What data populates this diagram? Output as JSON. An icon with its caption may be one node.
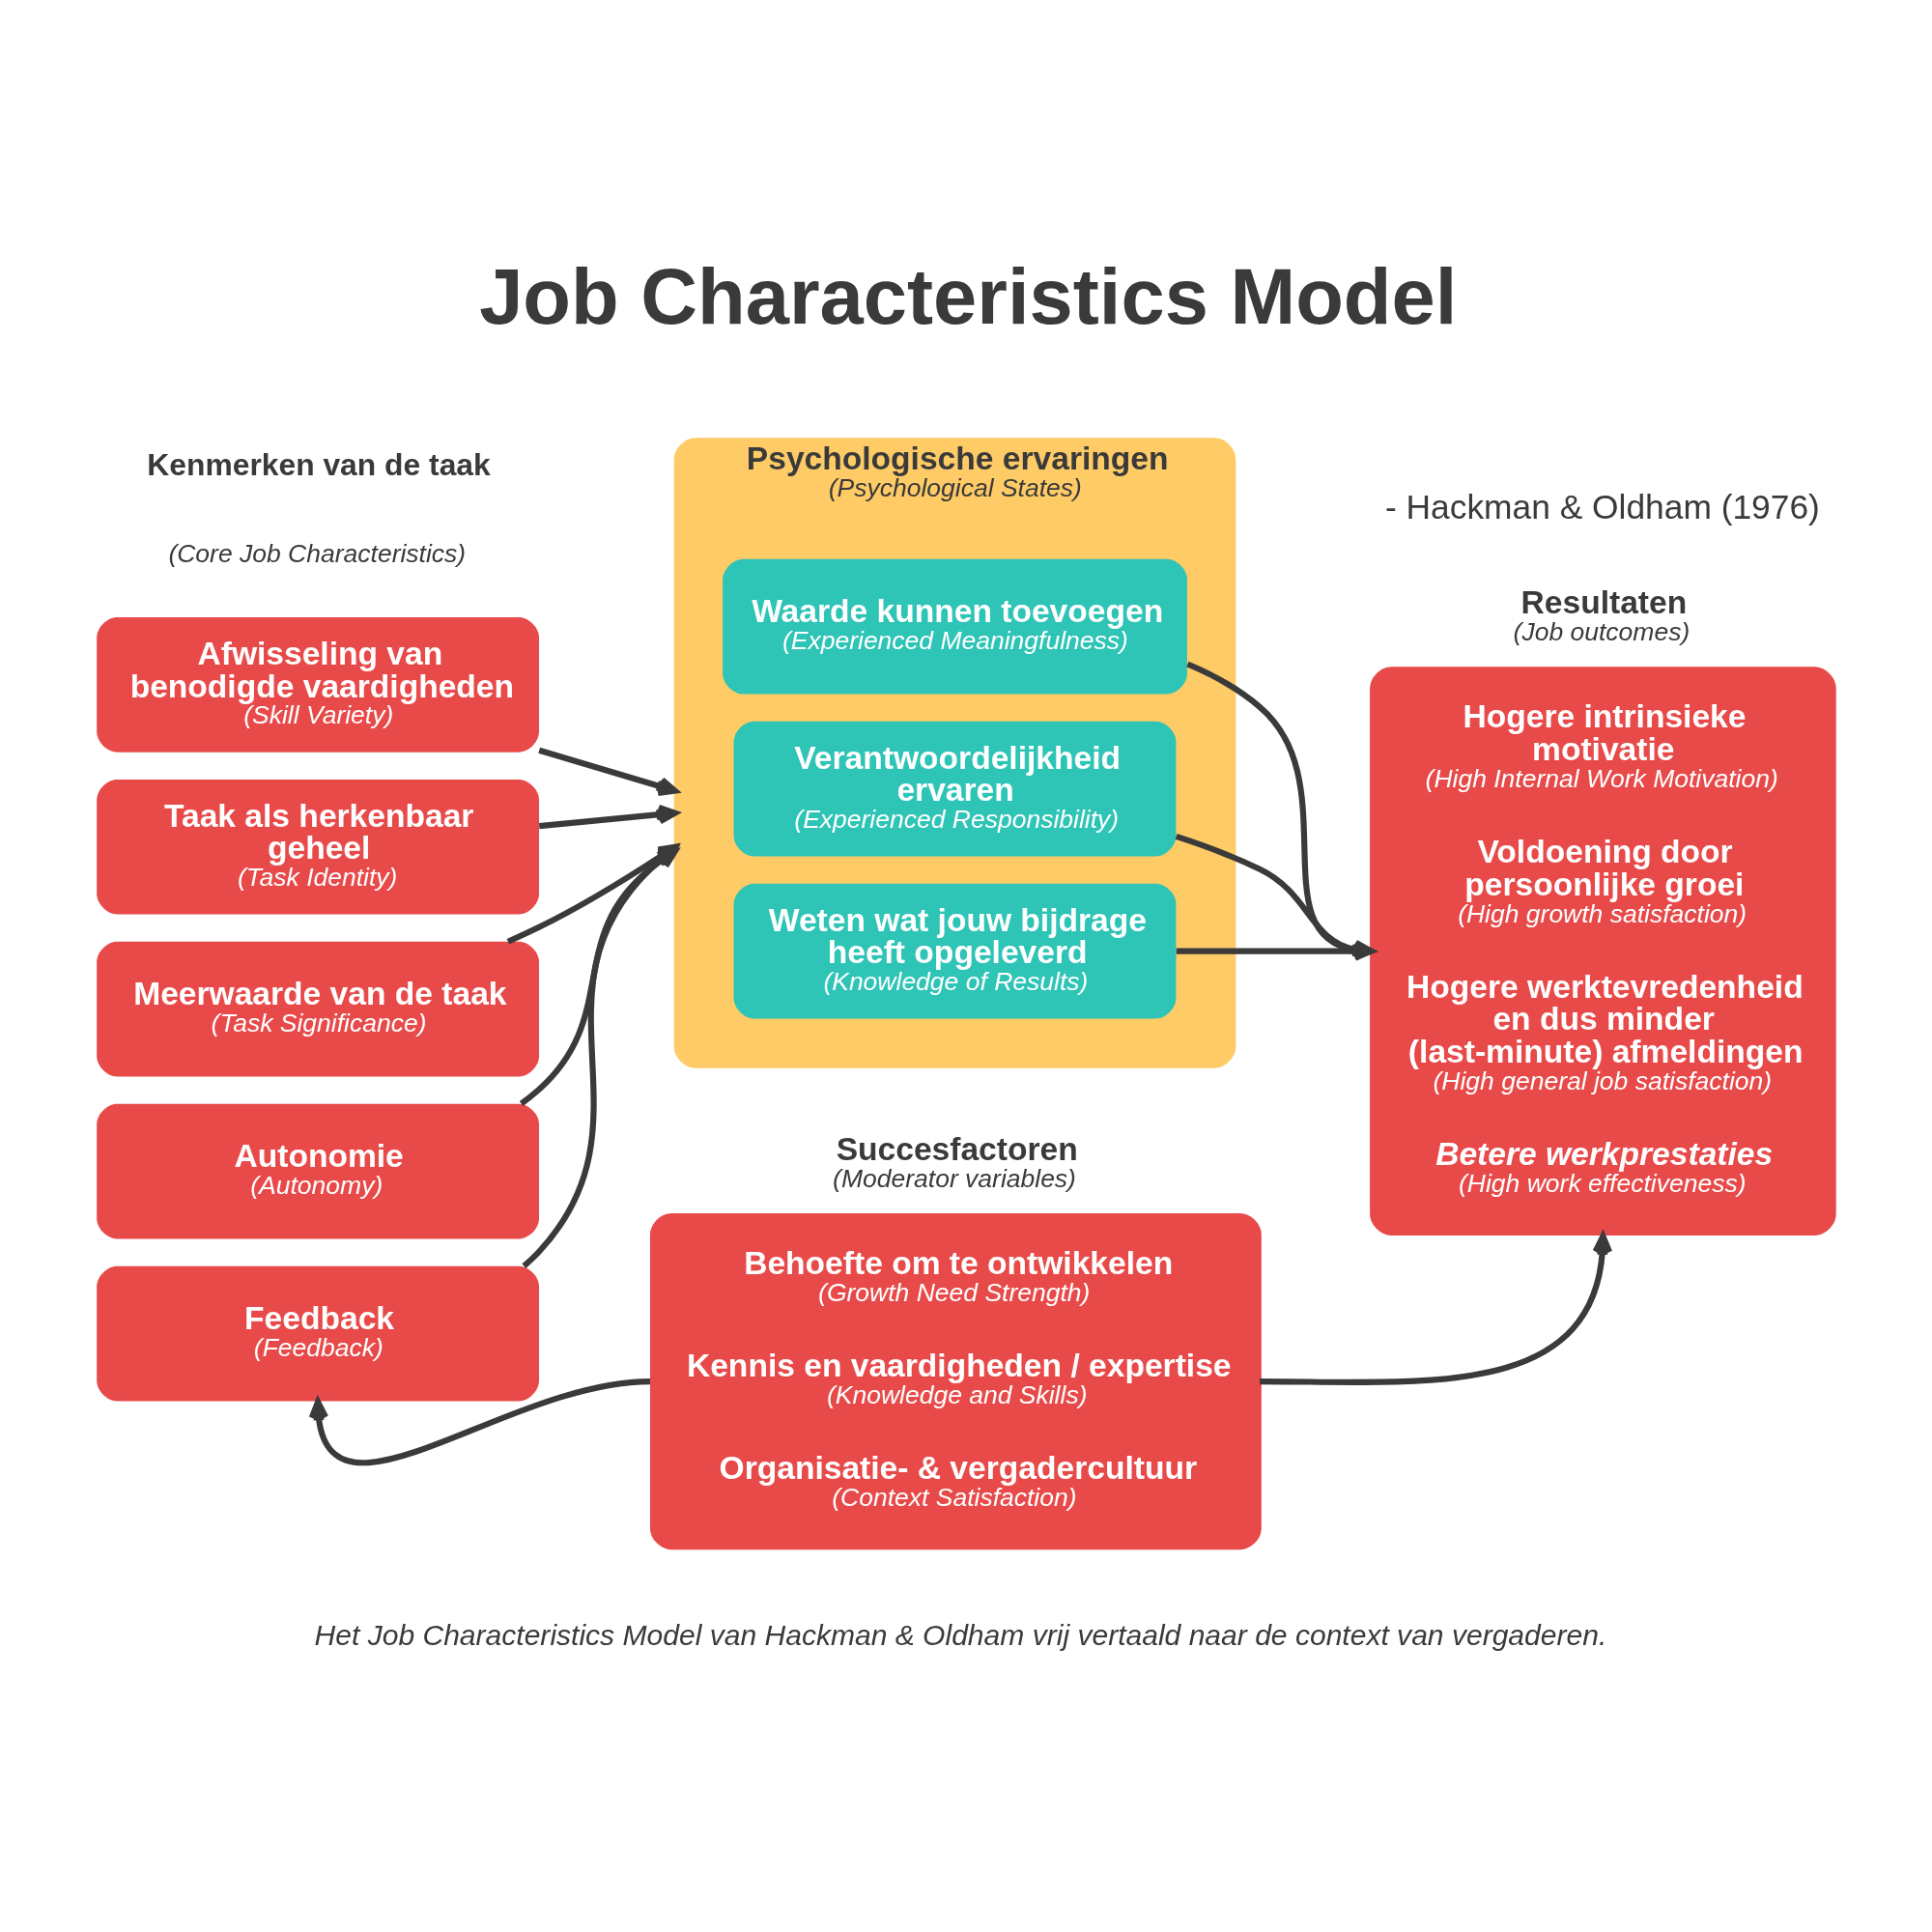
{
  "diagram": {
    "title": "Job Characteristics Model",
    "caption": "Het Job Characteristics Model van Hackman & Oldham vrij vertaald naar de context van vergaderen.",
    "nodes": [
      {
        "text": [
          "Afwisseling van benodigde vaardigheden",
          "(Skill Variety)"
        ]
      },
      {
        "text": [
          "Taak als herkenbaar geheel",
          "(Task Identity)"
        ]
      },
      {
        "text": [
          "Meerwaarde van de taak",
          "(Task Significance)"
        ]
      },
      {
        "text": [
          "Autonomie",
          "(Autonomy)"
        ]
      },
      {
        "text": [
          "Feedback",
          "(Feedback)"
        ]
      },
      {
        "text": [
          "Psychologische ervaringen",
          "(Psychological States)"
        ]
      },
      {
        "text": [
          "Waarde kunnen toevoegen",
          "(Experienced Meaningfulness)"
        ],
        "in": 5
      },
      {
        "text": [
          "Verantwoordelijkheid ervaren",
          "(Experienced Responsibility)"
        ],
        "in": 5
      },
      {
        "text": [
          "Weten wat jouw bijdrage heeft opgeleverd",
          "(Knowledge of Results)"
        ],
        "in": 5
      },
      {
        "text": [
          "Resultaten",
          "(Job outcomes)",
          "Hogere intrinsieke motivatie",
          "(High Internal Work Motivation)",
          "Voldoening door persoonlijke groei",
          "(High growth satisfaction)",
          "Hogere werktevredenheid en dus minder (last-minute) afmeldingen",
          "(High general job satisfaction)",
          "Betere werkprestaties",
          "(High work effectiveness)"
        ]
      },
      {
        "text": [
          "Succesfactoren",
          "(Moderator variables)",
          "Behoefte om te ontwikkelen",
          "(Growth Need Strength)",
          "Kennis en vaardigheden / expertise",
          "(Knowledge and Skills)",
          "Organisatie- & vergadercultuur",
          "(Context Satisfaction)"
        ]
      }
    ],
    "edges": [
      {
        "from": 0,
        "to": 5,
        "arrow": "to"
      },
      {
        "from": 1,
        "to": 5,
        "arrow": "to"
      },
      {
        "from": 2,
        "to": 5,
        "arrow": "to"
      },
      {
        "from": 3,
        "to": 5,
        "arrow": "to"
      },
      {
        "from": 4,
        "to": 5,
        "arrow": "to"
      },
      {
        "from": 6,
        "to": 9,
        "arrow": "to"
      },
      {
        "from": 7,
        "to": 9,
        "arrow": "to"
      },
      {
        "from": 8,
        "to": 9,
        "arrow": "to"
      },
      {
        "from": 10,
        "to": 4,
        "arrow": "to"
      },
      {
        "from": 10,
        "to": 9,
        "arrow": "to"
      }
    ],
    "labels": [
      "- Hackman & Oldham (1976)",
      "Kenmerken van de taak",
      "(Core Job Characteristics)"
    ]
  }
}
